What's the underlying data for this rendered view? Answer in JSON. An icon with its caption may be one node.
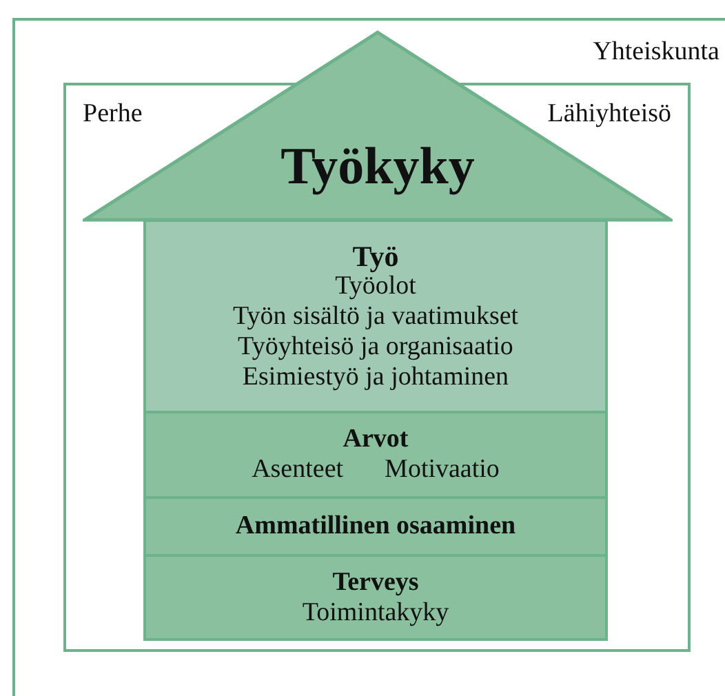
{
  "diagram": {
    "nodes": [
      {
        "text": [
          "Yhteiskunta"
        ]
      },
      {
        "text": [
          "Perhe",
          "Lähiyhteisö"
        ],
        "in": 0
      },
      {
        "text": [
          "Työkyky"
        ],
        "in": 0
      },
      {
        "text": [
          "Työ",
          "Työolot",
          "Työn sisältö ja vaatimukset",
          "Työyhteisö ja organisaatio",
          "Esimiestyö ja johtaminen"
        ],
        "in": 1
      },
      {
        "text": [
          "Arvot",
          "Asenteet",
          "Motivaatio"
        ],
        "in": 1
      },
      {
        "text": [
          "Ammatillinen osaaminen"
        ],
        "in": 1
      },
      {
        "text": [
          "Terveys",
          "Toimintakyky"
        ],
        "in": 1
      }
    ],
    "edges": []
  }
}
